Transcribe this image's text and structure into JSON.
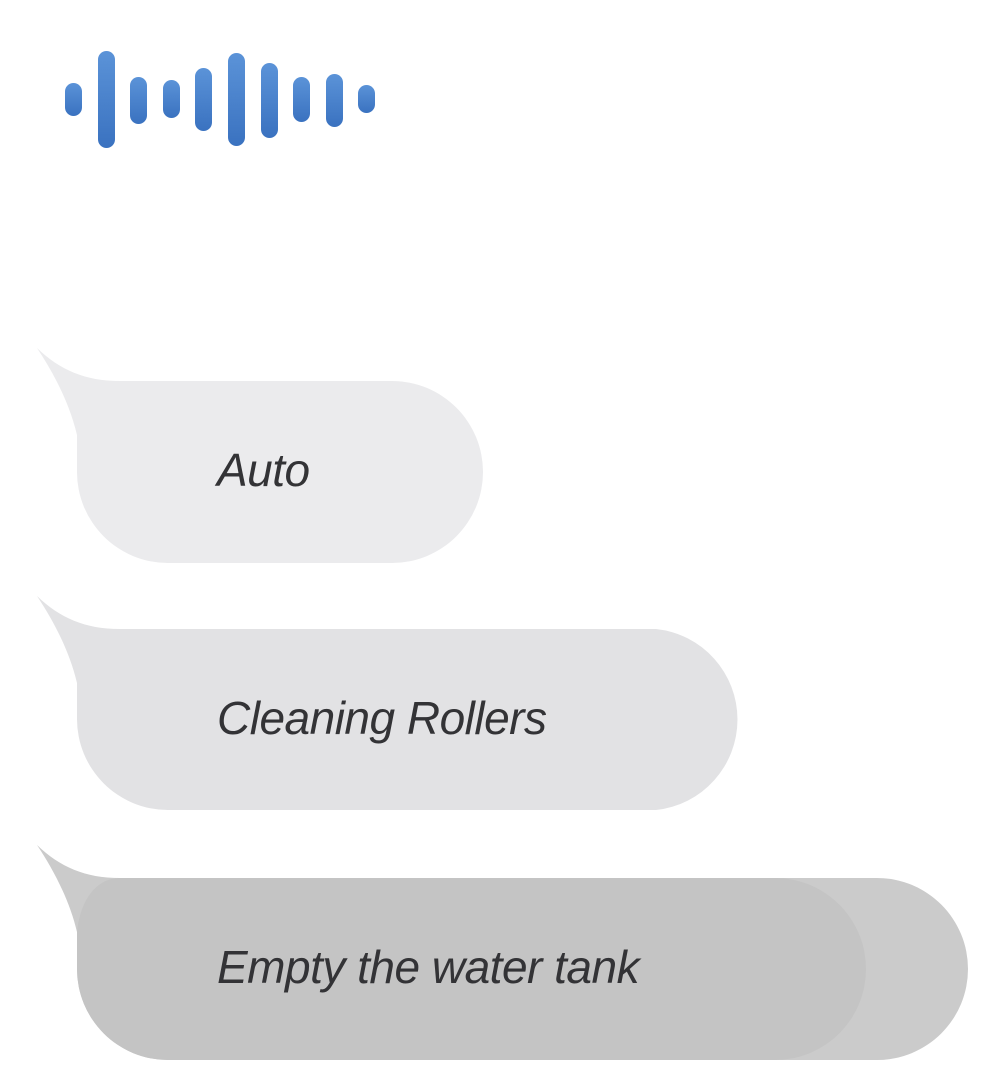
{
  "voice_indicator": {
    "icon": "voice-waveform-icon",
    "color": "#4a84cc"
  },
  "messages": [
    {
      "text": "Auto",
      "color": "#ebebed"
    },
    {
      "text": "Cleaning Rollers",
      "color": "#e2e2e4"
    },
    {
      "text": "Empty the water tank",
      "color": "#c8c8c8"
    }
  ]
}
